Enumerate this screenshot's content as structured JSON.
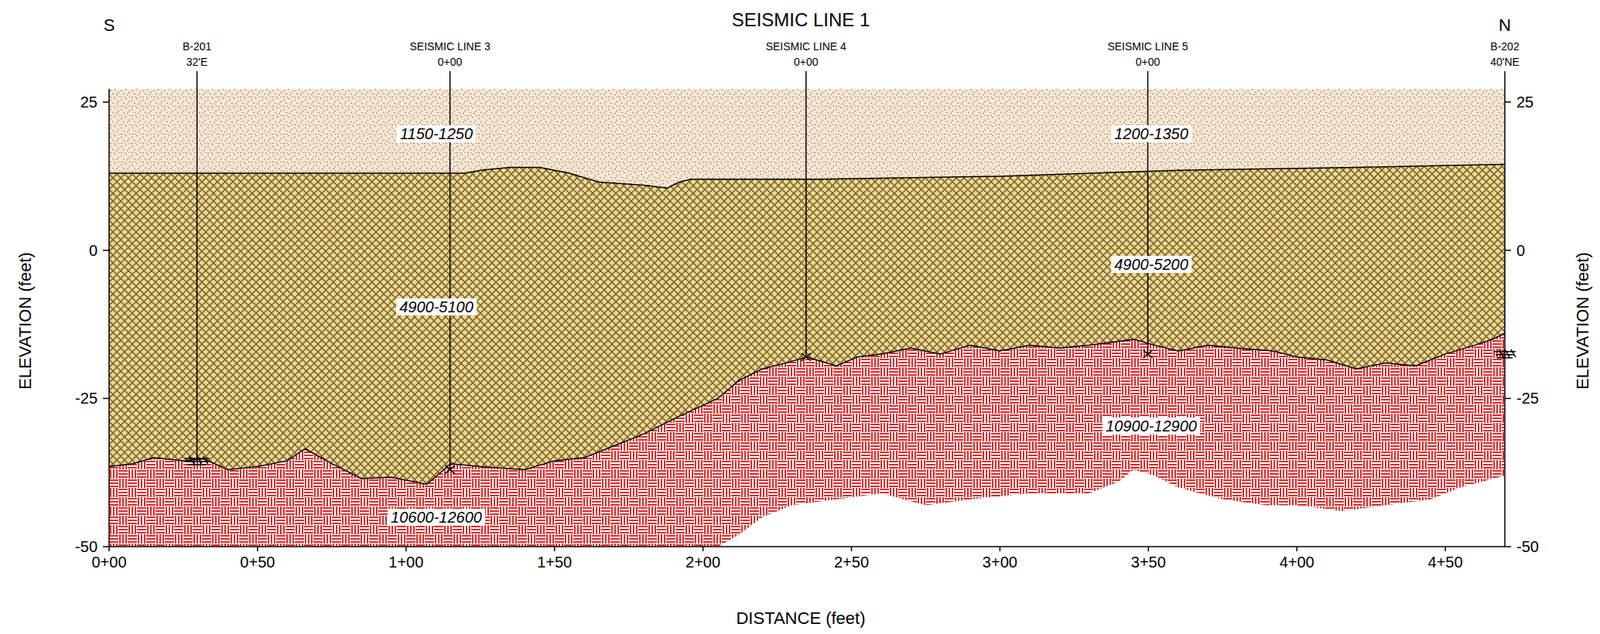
{
  "diagram": {
    "title": "SEISMIC LINE 1",
    "nodes": [
      {
        "text": [
          "1150-1250",
          "1200-1350"
        ]
      },
      {
        "text": [
          "4900-5100",
          "4900-5200"
        ]
      },
      {
        "text": [
          "10600-12600",
          "10900-12900"
        ]
      }
    ],
    "labels": [
      "S",
      "N",
      "B-201",
      "32'E",
      "SEISMIC LINE 3",
      "0+00",
      "SEISMIC LINE 4",
      "0+00",
      "SEISMIC LINE 5",
      "0+00",
      "B-202",
      "40'NE",
      "25",
      "0",
      "-25",
      "-50",
      "25",
      "0",
      "-25",
      "-50",
      "ELEVATION (feet)",
      "ELEVATION (feet)",
      "0+00",
      "0+50",
      "1+00",
      "1+50",
      "2+00",
      "2+50",
      "3+00",
      "3+50",
      "4+00",
      "4+50",
      "DISTANCE (feet)"
    ]
  }
}
